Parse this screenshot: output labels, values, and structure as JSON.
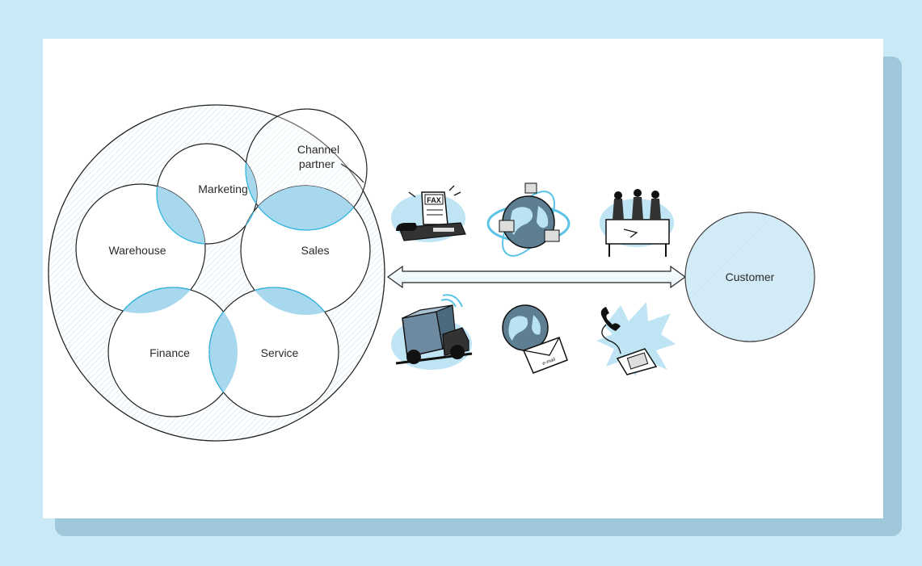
{
  "nodes": {
    "marketing": "Marketing",
    "channel_partner_line1": "Channel",
    "channel_partner_line2": "partner",
    "warehouse": "Warehouse",
    "sales": "Sales",
    "finance": "Finance",
    "service": "Service",
    "customer": "Customer"
  },
  "icons": {
    "fax_label": "FAX",
    "email_label": "e-mail",
    "items": [
      "fax-machine",
      "networked-globe",
      "meeting",
      "delivery-truck",
      "email-globe",
      "telephone"
    ]
  },
  "colors": {
    "background": "#c9e9f6",
    "panel": "#ffffff",
    "circle_fill": "#d2ecf8",
    "circle_stroke": "#222222",
    "overlap_stroke": "#2eb5dd",
    "customer_fill": "#c6e6f5"
  }
}
